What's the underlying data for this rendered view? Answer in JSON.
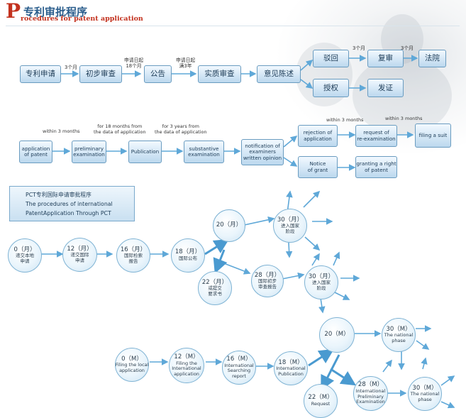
{
  "header": {
    "big_letter": "P",
    "title_cn": "专利审批程序",
    "title_en": "rocedures for patent application"
  },
  "cn_flow": {
    "boxes": [
      "专利申请",
      "初步审查",
      "公告",
      "实质审查",
      "意见陈述",
      "驳回",
      "复审",
      "法院",
      "授权",
      "发证"
    ],
    "labels": [
      "3个月",
      "申请日起\n18个月",
      "申请日起\n满3年",
      "3个月",
      "3个月"
    ]
  },
  "en_flow": {
    "boxes": [
      "application\nof patent",
      "preliminary\nexamination",
      "Publication",
      "substantive\nexamination",
      "notification of\nexaminers\nwritten opinion",
      "rejection of\napplication",
      "request of\nre-examination",
      "filing a suit",
      "Notice\nof grant",
      "granting a right\nof patent"
    ],
    "labels": [
      "within 3 months",
      "for 18 months from\nthe data of application",
      "for 3 years from\nthe data of application",
      "within 3 months",
      "within 3 months"
    ]
  },
  "pct": {
    "title_lines": [
      "PCT专利国际申请审批程序",
      "The procedures of international",
      "PatentApplication Through PCT"
    ],
    "cn_circles": [
      {
        "t1": "0（月）",
        "t2": "递交本地\n申请"
      },
      {
        "t1": "12（月）",
        "t2": "递交国际\n申请"
      },
      {
        "t1": "16（月）",
        "t2": "国际检索\n报告"
      },
      {
        "t1": "18（月）",
        "t2": "国际公布"
      },
      {
        "t1": "20（月）",
        "t2": ""
      },
      {
        "t1": "22（月）",
        "t2": "或提交\n要求书"
      },
      {
        "t1": "28（月）",
        "t2": "国际初步\n审查报告"
      },
      {
        "t1": "30（月）",
        "t2": "进入国家\n阶段"
      },
      {
        "t1": "30（月）",
        "t2": "进入国家\n阶段"
      }
    ],
    "en_circles": [
      {
        "t1": "0（M）",
        "t2": "Filing the local\napplication"
      },
      {
        "t1": "12（M）",
        "t2": "Filing the\nInternational\napplication"
      },
      {
        "t1": "16（M）",
        "t2": "International\nSearching\nreport"
      },
      {
        "t1": "18（M）",
        "t2": "International\nPublication"
      },
      {
        "t1": "20（M）",
        "t2": ""
      },
      {
        "t1": "22（M）",
        "t2": "Request"
      },
      {
        "t1": "28（M）",
        "t2": "International\nPreliminary\nExamination"
      },
      {
        "t1": "30（M）",
        "t2": "The national\nphase"
      },
      {
        "t1": "30（M）",
        "t2": "The national\nphase"
      }
    ]
  },
  "colors": {
    "title_red": "#c3321f",
    "title_blue": "#2a5d8c",
    "box_border": "#6a9cc0",
    "arrow": "#5fa8d8"
  }
}
